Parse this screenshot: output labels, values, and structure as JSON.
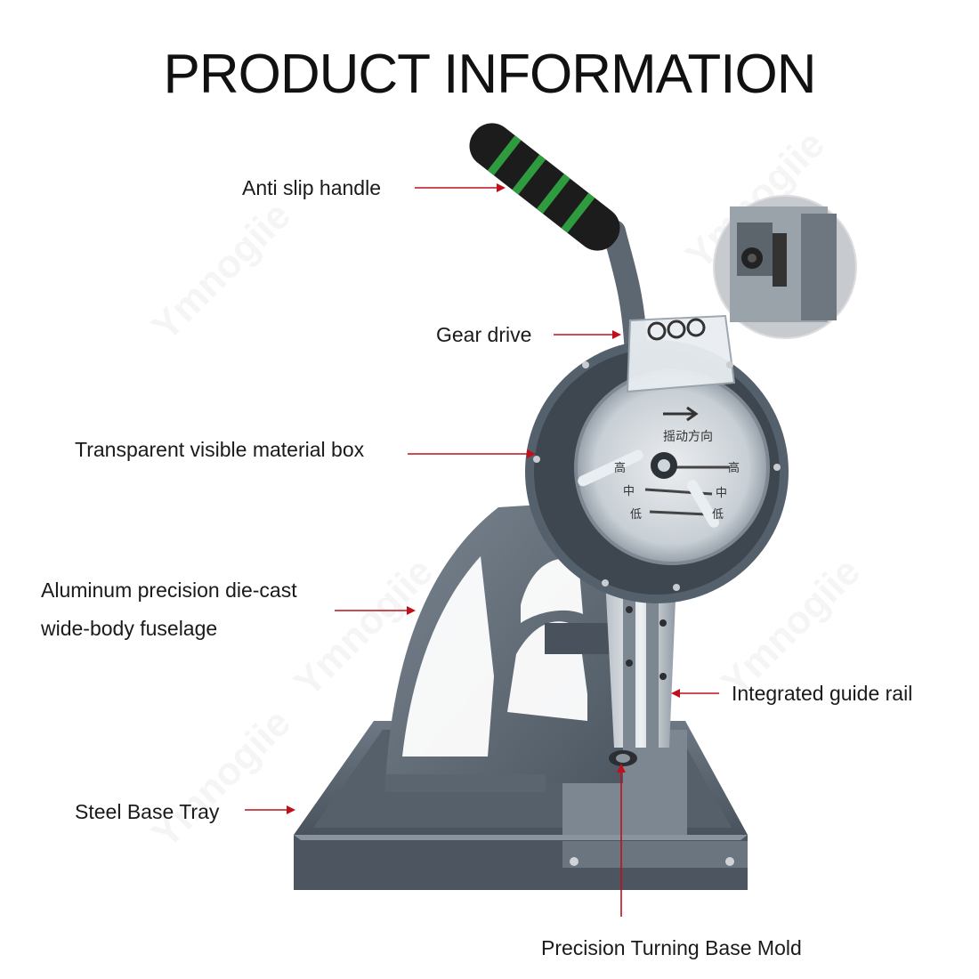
{
  "title": "PRODUCT INFORMATION",
  "watermark": "Ymnogiie",
  "labels": {
    "handle": "Anti slip handle",
    "gear": "Gear drive",
    "box": "Transparent visible material box",
    "fuselage_line1": "Aluminum precision die-cast",
    "fuselage_line2": "wide-body fuselage",
    "rail": "Integrated guide rail",
    "tray": "Steel Base Tray",
    "mold": "Precision Turning Base Mold"
  },
  "box_markings": {
    "direction": "摇动方向",
    "high_left": "高",
    "high_right": "高",
    "mid_left": "中",
    "mid_right": "中",
    "low_left": "低",
    "low_right": "低"
  },
  "colors": {
    "arrow": "#c0111b",
    "machine": "#5f6a75",
    "handle_foam": "#1c1c1c",
    "handle_ring": "#2e9b3f"
  }
}
